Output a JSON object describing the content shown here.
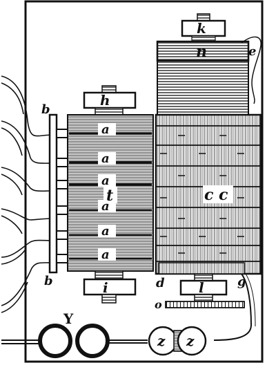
{
  "labels": {
    "a": "a",
    "b": "b",
    "h": "h",
    "i": "i",
    "t": "t",
    "k": "k",
    "n": "n",
    "e": "e",
    "cc": "c c",
    "d": "d",
    "l": "l",
    "g": "g",
    "o": "o",
    "Y": "Y",
    "z": "z"
  },
  "colors": {
    "ink": "#111111",
    "paper": "#ffffff"
  }
}
